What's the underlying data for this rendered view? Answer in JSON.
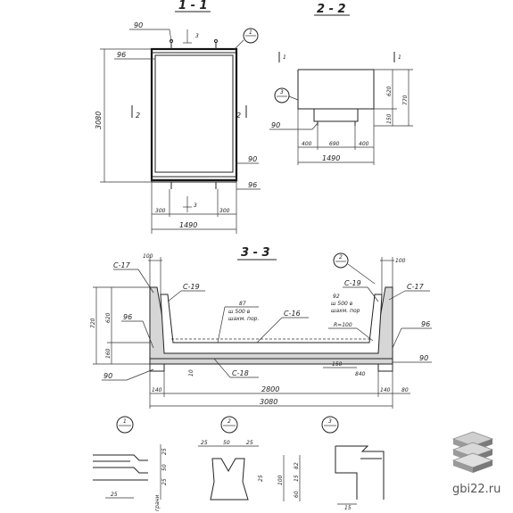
{
  "sections": {
    "s11": "1 - 1",
    "s22": "2 - 2",
    "s33": "3 - 3"
  },
  "view11": {
    "labels": [
      "90",
      "96",
      "3",
      "1",
      "2",
      "2",
      "90",
      "96",
      "3"
    ],
    "dims": {
      "height": "3080",
      "width": "1490",
      "left_margin": "300",
      "right_margin": "300"
    }
  },
  "view22": {
    "marks": [
      "1",
      "1"
    ],
    "callout": "3",
    "label": "90",
    "dims": {
      "h1": "620",
      "h2": "150",
      "total_h": "770",
      "w1": "400",
      "w2": "690",
      "w3": "400",
      "total_w": "1490"
    }
  },
  "view33": {
    "labels": {
      "c17_left": "С-17",
      "c19_left": "С-19",
      "c16": "С-16",
      "c19_right": "С-19",
      "c17_right": "С-17",
      "c18": "С-18"
    },
    "notes": {
      "n87": "87",
      "n87_line2": "ш 500 в",
      "n87_line3": "шахм. пор.",
      "n92": "92",
      "n92_line2": "ш 500 в",
      "n92_line3": "шахм. пор",
      "n92_line4": "R=100"
    },
    "callout": "2",
    "marks": [
      "96",
      "96",
      "90",
      "90",
      "10",
      "150"
    ],
    "dims": {
      "top_left": "100",
      "top_right": "100",
      "h620": "620",
      "h160": "160",
      "h770": "720",
      "d140l": "140",
      "d2800": "2800",
      "d140r": "140",
      "d80": "80",
      "d840": "840",
      "total": "3080"
    }
  },
  "details": {
    "d1": {
      "num": "1",
      "dims": [
        "25",
        "50",
        "25",
        "25"
      ],
      "side": "грани"
    },
    "d2": {
      "num": "2",
      "dims": [
        "25",
        "50",
        "25",
        "25"
      ]
    },
    "d3": {
      "num": "3",
      "dims": [
        "100",
        "60",
        "15",
        "82",
        "15"
      ]
    }
  },
  "watermark": "gbi22.ru"
}
